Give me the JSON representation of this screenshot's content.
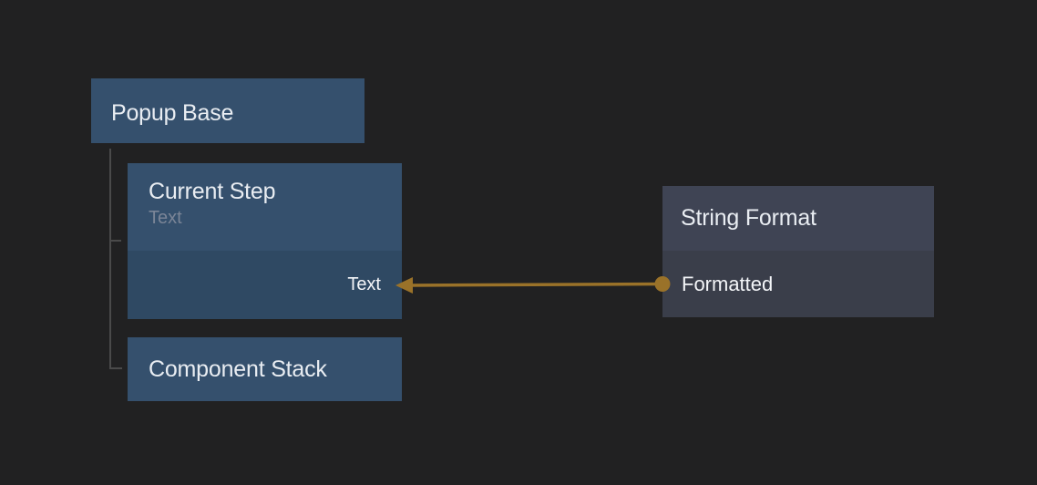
{
  "editor": {
    "background": "#212122",
    "tree_guide_color": "#4a4a4a"
  },
  "colors": {
    "component_node_header": "#35506d",
    "component_node_port_row": "#2f4963",
    "logic_node_header": "#3f4454",
    "logic_node_body": "#3a3e4a",
    "wire": "#9a7229",
    "title_text": "#e9edf2",
    "subtitle_text": "#7b8597",
    "port_text": "#f3f5f8"
  },
  "nodes": {
    "popup_base": {
      "title": "Popup Base"
    },
    "current_step": {
      "title": "Current Step",
      "subtitle": "Text",
      "input_port_label": "Text"
    },
    "component_stack": {
      "title": "Component Stack"
    },
    "string_format": {
      "title": "String Format",
      "output_port_label": "Formatted"
    }
  },
  "connections": [
    {
      "from_node": "String Format",
      "from_port": "Formatted",
      "to_node": "Current Step",
      "to_port": "Text",
      "color": "#9a7229"
    }
  ]
}
